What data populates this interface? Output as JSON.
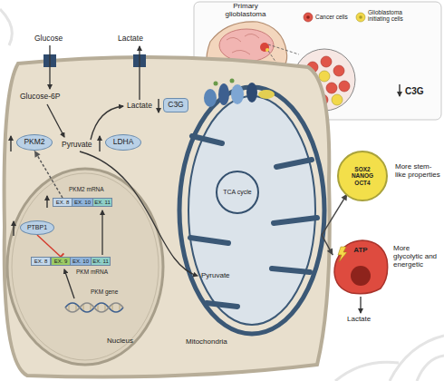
{
  "diagram": {
    "nodes": [
      {
        "text": [
          "Nucleus"
        ]
      },
      {
        "text": [
          "PTBP1"
        ],
        "in": 0
      },
      {
        "text": [
          "EX. 8"
        ],
        "in": 0
      },
      {
        "text": [
          "EX. 10"
        ],
        "in": 0
      },
      {
        "text": [
          "EX. 11"
        ],
        "in": 0
      },
      {
        "text": [
          "EX. 8"
        ],
        "in": 0
      },
      {
        "text": [
          "EX. 9"
        ],
        "in": 0
      },
      {
        "text": [
          "EX. 10"
        ],
        "in": 0
      },
      {
        "text": [
          "EX. 11"
        ],
        "in": 0
      },
      {
        "text": [
          "Mitochondria"
        ]
      },
      {
        "text": [
          "TCA cycle"
        ],
        "in": 9
      },
      {
        "text": [
          "PKM2"
        ]
      },
      {
        "text": [
          "LDHA"
        ]
      },
      {
        "text": [
          "C3G"
        ]
      },
      {
        "text": [
          "SOX2 NANOG OCT4",
          "More stem-like properties"
        ]
      },
      {
        "text": [
          "ATP",
          "More glycolytic and energetic"
        ]
      }
    ],
    "edges": [
      {
        "from": 2,
        "to": 11,
        "arrow": "to"
      },
      {
        "from": 1,
        "to": 6,
        "arrow": "to"
      },
      {
        "from": 9,
        "to": 14,
        "arrow": "to"
      },
      {
        "from": 9,
        "to": 15,
        "arrow": "to"
      }
    ],
    "labels": [
      "Primary glioblastoma",
      "C3G",
      "Glucose",
      "Lactate",
      "Glucose-6P",
      "Pyruvate",
      "Lactate",
      "PKM2 mRNA",
      "PKM mRNA",
      "PKM gene",
      "Pyruvate",
      "Lactate"
    ],
    "legend": [
      {
        "text": "Cancer cells"
      },
      {
        "text": "Glioblastoma initiating cells"
      }
    ]
  }
}
